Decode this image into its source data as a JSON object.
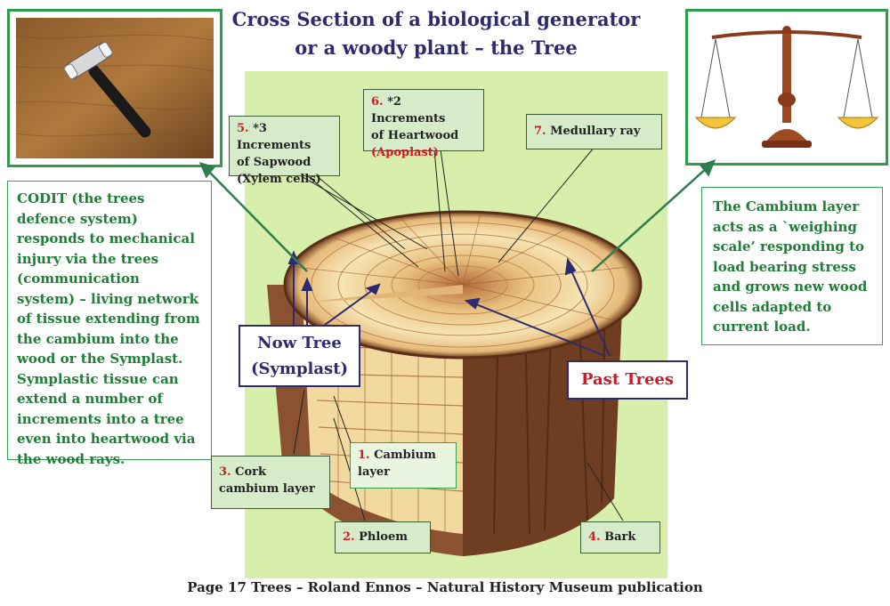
{
  "title": {
    "line1": "Cross Section of a biological generator",
    "line2": "or a woody plant – the Tree"
  },
  "left_note": "CODIT (the trees defence system) responds to mechanical injury via the trees (communication system) – living network of tissue extending from the cambium into the wood or the Symplast. Symplastic tissue can extend a number of increments into a tree even into heartwood via the wood rays.",
  "right_note": "The Cambium layer acts as a `weighing scale’ responding to load bearing stress and grows new wood cells adapted to current load.",
  "labels": {
    "sapwood": {
      "num": "5.",
      "text1": "*3 Increments",
      "text2": "of Sapwood",
      "text3": "(Xylem cells)"
    },
    "heartwood": {
      "num": "6.",
      "text1": "*2 Increments",
      "text2": "of Heartwood",
      "text3": "(Apoplast)"
    },
    "medullary": {
      "num": "7.",
      "text": "Medullary ray"
    },
    "cambium": {
      "num": "1.",
      "text1": "Cambium",
      "text2": "layer"
    },
    "cork": {
      "num": "3.",
      "text1": "Cork",
      "text2": "cambium layer"
    },
    "phloem": {
      "num": "2.",
      "text": "Phloem"
    },
    "bark": {
      "num": "4.",
      "text": "Bark"
    }
  },
  "callouts": {
    "now_tree_1": "Now Tree",
    "now_tree_2": "(Symplast)",
    "past_trees": "Past Trees"
  },
  "footer": "Page 17 Trees – Roland Ennos – Natural History Museum publication",
  "colors": {
    "title": "#2d2a6e",
    "note_text": "#1f7d37",
    "note_border": "#35a155",
    "diagram_bg": "#d7efaa",
    "label_bg": "#d6ecc9",
    "number_red": "#cc1a28",
    "callout_border": "#2d2a6e"
  },
  "icons": [
    "hammer-icon",
    "weighing-scale-icon"
  ]
}
